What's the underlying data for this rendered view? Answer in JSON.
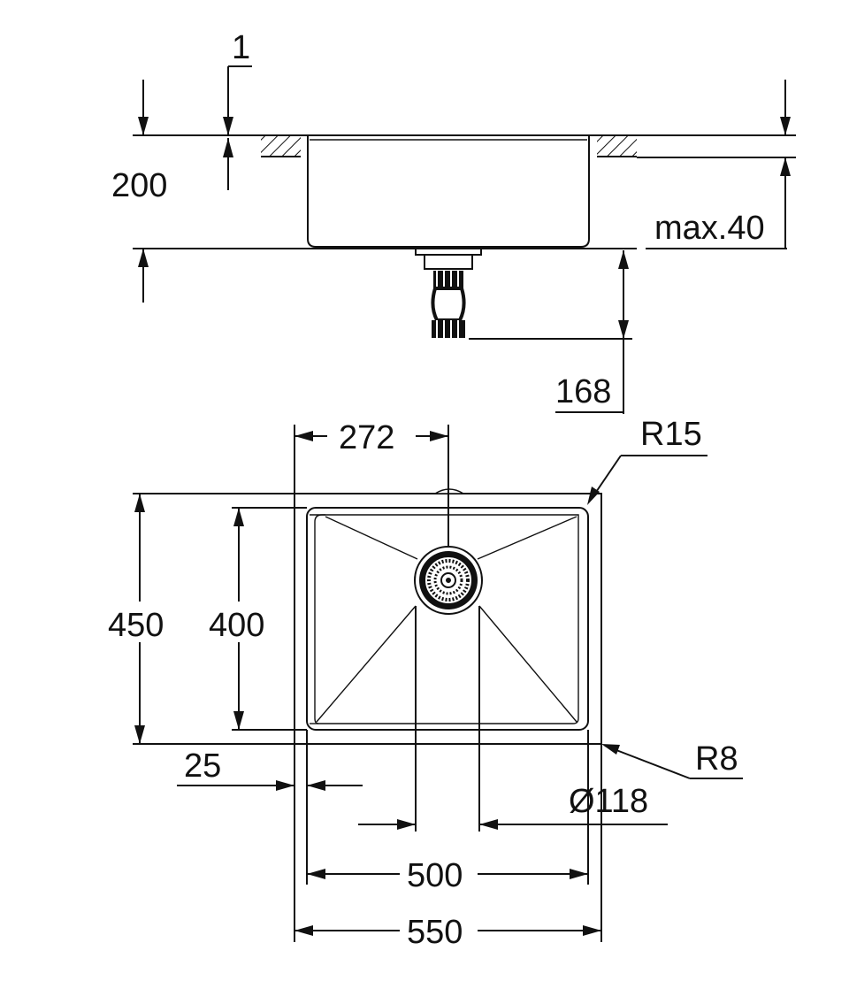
{
  "side_view": {
    "dim_thickness": "1",
    "dim_depth": "200",
    "dim_worktop_max": "max.40",
    "dim_waste_height": "168"
  },
  "plan_view": {
    "dim_drain_offset": "272",
    "dim_corner_outer": "R15",
    "dim_outer_depth": "450",
    "dim_inner_depth": "400",
    "dim_rim": "25",
    "dim_corner_inner": "R8",
    "dim_drain_diameter": "Ø118",
    "dim_inner_width": "500",
    "dim_outer_width": "550"
  },
  "colors": {
    "line": "#111111",
    "background": "#ffffff"
  },
  "icons": {
    "hatch": "worktop-hatch-pattern",
    "strainer": "drain-strainer-icon",
    "waste_trap": "waste-fitting-icon"
  }
}
